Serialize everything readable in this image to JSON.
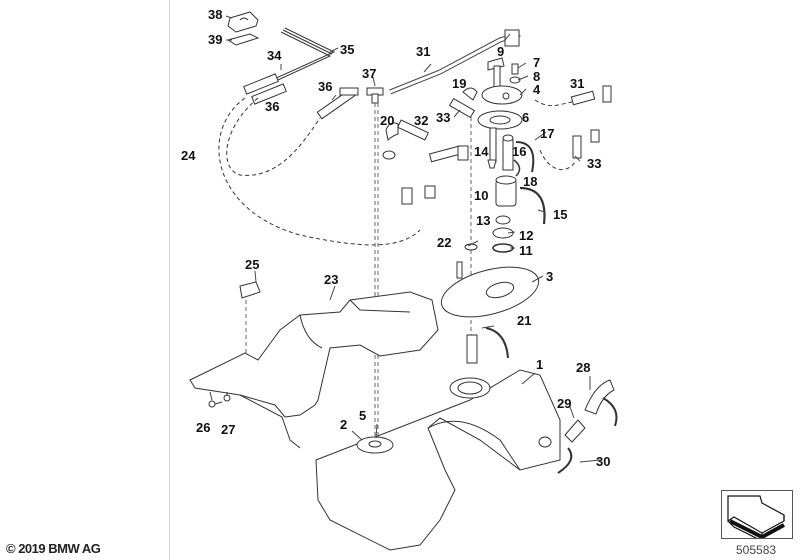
{
  "diagram": {
    "title": "Fuel tank / fuel pump and level sensor",
    "copyright": "© 2019 BMW AG",
    "diagram_number": "505583",
    "nav_icon": "back-arrow-icon",
    "callouts": [
      {
        "label": "38",
        "part": "bracket"
      },
      {
        "label": "39",
        "part": "plate"
      },
      {
        "label": "34",
        "part": "hose"
      },
      {
        "label": "35",
        "part": "tube"
      },
      {
        "label": "36",
        "part": "hose"
      },
      {
        "label": "36",
        "part": "hose"
      },
      {
        "label": "37",
        "part": "t-connector"
      },
      {
        "label": "31",
        "part": "fuel line"
      },
      {
        "label": "9",
        "part": "elbow"
      },
      {
        "label": "7",
        "part": "screw"
      },
      {
        "label": "8",
        "part": "washer"
      },
      {
        "label": "4",
        "part": "flange"
      },
      {
        "label": "19",
        "part": "elbow"
      },
      {
        "label": "31",
        "part": "fuel line"
      },
      {
        "label": "20",
        "part": "elbow"
      },
      {
        "label": "32",
        "part": "hose"
      },
      {
        "label": "33",
        "part": "hose"
      },
      {
        "label": "6",
        "part": "gasket"
      },
      {
        "label": "17",
        "part": "hose clamp"
      },
      {
        "label": "24",
        "part": "line"
      },
      {
        "label": "14",
        "part": "filter"
      },
      {
        "label": "16",
        "part": "hose"
      },
      {
        "label": "33",
        "part": "hose"
      },
      {
        "label": "18",
        "part": "clamp"
      },
      {
        "label": "10",
        "part": "fuel pump"
      },
      {
        "label": "15",
        "part": "hose"
      },
      {
        "label": "13",
        "part": "rubber ring"
      },
      {
        "label": "12",
        "part": "holder"
      },
      {
        "label": "22",
        "part": "washer"
      },
      {
        "label": "11",
        "part": "nut"
      },
      {
        "label": "25",
        "part": "clip"
      },
      {
        "label": "23",
        "part": "cover"
      },
      {
        "label": "3",
        "part": "cover plate"
      },
      {
        "label": "21",
        "part": "sleeve"
      },
      {
        "label": "1",
        "part": "fuel tank"
      },
      {
        "label": "28",
        "part": "hose"
      },
      {
        "label": "29",
        "part": "hose"
      },
      {
        "label": "26",
        "part": "screw"
      },
      {
        "label": "27",
        "part": "washer"
      },
      {
        "label": "2",
        "part": "gasket"
      },
      {
        "label": "5",
        "part": "level sensor"
      },
      {
        "label": "30",
        "part": "hose clamp"
      }
    ]
  }
}
